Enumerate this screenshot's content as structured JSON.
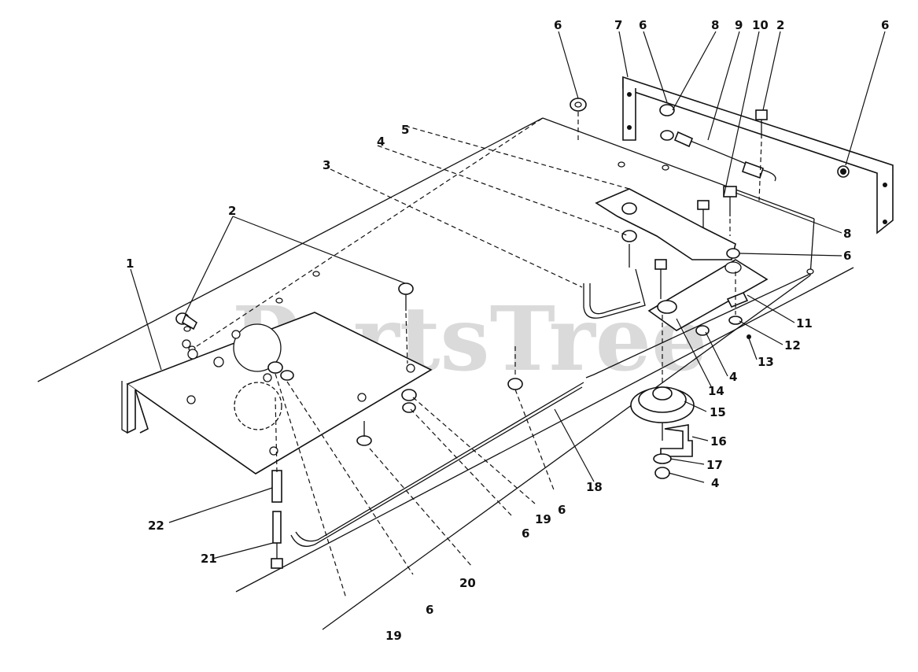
{
  "watermark": "PartsTree",
  "callouts": [
    {
      "id": "c6a",
      "text": "6"
    },
    {
      "id": "c7",
      "text": "7"
    },
    {
      "id": "c6b",
      "text": "6"
    },
    {
      "id": "c8a",
      "text": "8"
    },
    {
      "id": "c9",
      "text": "9"
    },
    {
      "id": "c10",
      "text": "10"
    },
    {
      "id": "c2a",
      "text": "2"
    },
    {
      "id": "c6c",
      "text": "6"
    },
    {
      "id": "c5",
      "text": "5"
    },
    {
      "id": "c4a",
      "text": "4"
    },
    {
      "id": "c3",
      "text": "3"
    },
    {
      "id": "c2b",
      "text": "2"
    },
    {
      "id": "c1",
      "text": "1"
    },
    {
      "id": "c8b",
      "text": "8"
    },
    {
      "id": "c6d",
      "text": "6"
    },
    {
      "id": "c11",
      "text": "11"
    },
    {
      "id": "c12",
      "text": "12"
    },
    {
      "id": "c13",
      "text": "13"
    },
    {
      "id": "c4b",
      "text": "4"
    },
    {
      "id": "c14",
      "text": "14"
    },
    {
      "id": "c15",
      "text": "15"
    },
    {
      "id": "c16",
      "text": "16"
    },
    {
      "id": "c17",
      "text": "17"
    },
    {
      "id": "c4c",
      "text": "4"
    },
    {
      "id": "c18",
      "text": "18"
    },
    {
      "id": "c6e",
      "text": "6"
    },
    {
      "id": "c19a",
      "text": "19"
    },
    {
      "id": "c6f",
      "text": "6"
    },
    {
      "id": "c22",
      "text": "22"
    },
    {
      "id": "c21",
      "text": "21"
    },
    {
      "id": "c20",
      "text": "20"
    },
    {
      "id": "c6g",
      "text": "6"
    },
    {
      "id": "c19b",
      "text": "19"
    }
  ]
}
